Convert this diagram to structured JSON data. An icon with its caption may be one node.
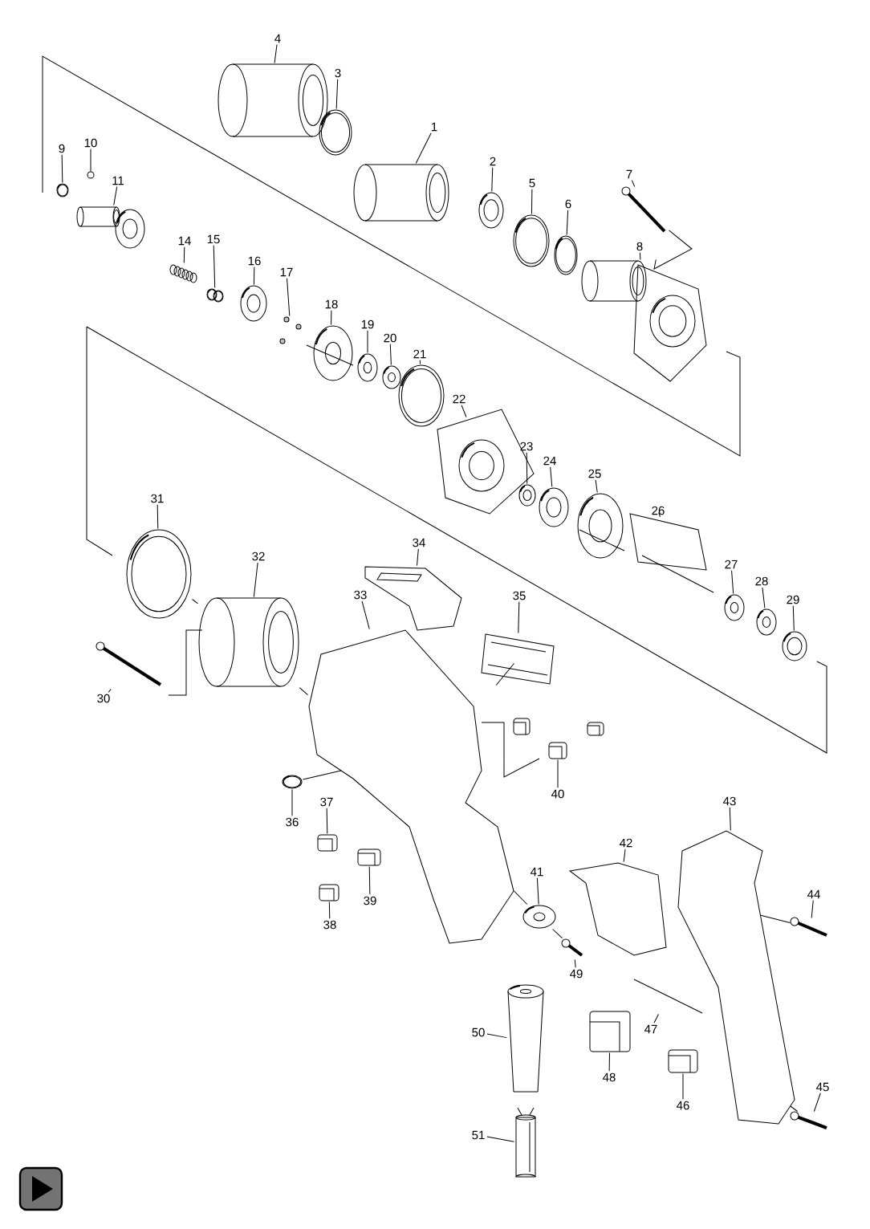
{
  "diagram": {
    "nodes": [
      {
        "text": [
          "4"
        ]
      },
      {
        "text": [
          "3"
        ]
      },
      {
        "text": [
          "1"
        ]
      },
      {
        "text": [
          "10"
        ]
      },
      {
        "text": [
          "9"
        ]
      },
      {
        "text": [
          "2"
        ]
      },
      {
        "text": [
          "7"
        ]
      },
      {
        "text": [
          "11"
        ]
      },
      {
        "text": [
          "5"
        ]
      },
      {
        "text": [
          "6"
        ]
      },
      {
        "text": [
          "15"
        ]
      },
      {
        "text": [
          "14"
        ]
      },
      {
        "text": [
          "8"
        ]
      },
      {
        "text": [
          "16"
        ]
      },
      {
        "text": [
          "17"
        ]
      },
      {
        "text": [
          "18"
        ]
      },
      {
        "text": [
          "19"
        ]
      },
      {
        "text": [
          "20"
        ]
      },
      {
        "text": [
          "21"
        ]
      },
      {
        "text": [
          "22"
        ]
      },
      {
        "text": [
          "23"
        ]
      },
      {
        "text": [
          "24"
        ]
      },
      {
        "text": [
          "25"
        ]
      },
      {
        "text": [
          "31"
        ]
      },
      {
        "text": [
          "26"
        ]
      },
      {
        "text": [
          "34"
        ]
      },
      {
        "text": [
          "32"
        ]
      },
      {
        "text": [
          "27"
        ]
      },
      {
        "text": [
          "28"
        ]
      },
      {
        "text": [
          "33"
        ]
      },
      {
        "text": [
          "35"
        ]
      },
      {
        "text": [
          "29"
        ]
      },
      {
        "text": [
          "30"
        ]
      },
      {
        "text": [
          "40"
        ]
      },
      {
        "text": [
          "43"
        ]
      },
      {
        "text": [
          "37"
        ]
      },
      {
        "text": [
          "36"
        ]
      },
      {
        "text": [
          "42"
        ]
      },
      {
        "text": [
          "41"
        ]
      },
      {
        "text": [
          "44"
        ]
      },
      {
        "text": [
          "39"
        ]
      },
      {
        "text": [
          "38"
        ]
      },
      {
        "text": [
          "49"
        ]
      },
      {
        "text": [
          "47"
        ]
      },
      {
        "text": [
          "50"
        ]
      },
      {
        "text": [
          "48"
        ]
      },
      {
        "text": [
          "45"
        ]
      },
      {
        "text": [
          "46"
        ]
      },
      {
        "text": [
          "51"
        ]
      },
      {
        "text": [],
        "shape": "picture"
      },
      {
        "text": [],
        "shape": "picture"
      },
      {
        "text": [],
        "shape": "picture"
      },
      {
        "text": [],
        "shape": "circle"
      },
      {
        "text": [],
        "shape": "picture"
      },
      {
        "text": [],
        "shape": "picture"
      },
      {
        "text": [],
        "shape": "picture"
      },
      {
        "text": [],
        "shape": "picture"
      },
      {
        "text": [],
        "shape": "picture"
      },
      {
        "text": [],
        "shape": "picture"
      },
      {
        "text": [],
        "shape": "picture"
      },
      {
        "text": [],
        "shape": "picture"
      },
      {
        "text": [],
        "shape": "picture"
      },
      {
        "text": [],
        "shape": "picture"
      },
      {
        "text": [],
        "shape": "picture"
      },
      {
        "text": [],
        "shape": "picture"
      },
      {
        "text": [],
        "shape": "picture"
      },
      {
        "text": [],
        "shape": "picture"
      },
      {
        "text": [],
        "shape": "picture"
      },
      {
        "text": [],
        "shape": "picture"
      },
      {
        "text": [],
        "shape": "picture"
      },
      {
        "text": [],
        "shape": "picture"
      },
      {
        "text": [],
        "shape": "picture"
      },
      {
        "text": [],
        "shape": "picture"
      },
      {
        "text": [],
        "shape": "picture"
      },
      {
        "text": [],
        "shape": "picture"
      },
      {
        "text": [],
        "shape": "picture"
      },
      {
        "text": [],
        "shape": "picture"
      },
      {
        "text": [],
        "shape": "picture"
      },
      {
        "text": [],
        "shape": "picture"
      },
      {
        "text": [],
        "shape": "picture"
      },
      {
        "text": [],
        "shape": "picture"
      },
      {
        "text": [],
        "shape": "picture"
      },
      {
        "text": [],
        "shape": "picture"
      },
      {
        "text": [],
        "shape": "picture"
      },
      {
        "text": [],
        "shape": "picture"
      },
      {
        "text": [],
        "shape": "picture"
      },
      {
        "text": [],
        "shape": "picture"
      },
      {
        "text": [],
        "shape": "picture"
      },
      {
        "text": [],
        "shape": "picture"
      },
      {
        "text": [],
        "shape": "picture"
      },
      {
        "text": [],
        "shape": "picture"
      },
      {
        "text": [],
        "shape": "picture"
      },
      {
        "text": [],
        "shape": "picture"
      },
      {
        "text": [],
        "shape": "picture"
      },
      {
        "text": [],
        "shape": "picture"
      },
      {
        "text": [],
        "shape": "picture"
      },
      {
        "text": [],
        "shape": "picture"
      },
      {
        "text": [],
        "shape": "picture"
      }
    ],
    "edges": [
      {
        "from": 0,
        "to": 49,
        "arrow": "none"
      },
      {
        "from": 1,
        "to": 50,
        "arrow": "none"
      },
      {
        "from": 2,
        "to": 51,
        "arrow": "none"
      },
      {
        "from": 3,
        "to": 52,
        "arrow": "none"
      },
      {
        "from": 4,
        "to": 53,
        "arrow": "none"
      },
      {
        "from": 5,
        "to": 54,
        "arrow": "none"
      },
      {
        "from": 6,
        "to": 55,
        "arrow": "none"
      },
      {
        "from": 7,
        "to": 56,
        "arrow": "none"
      },
      {
        "from": 8,
        "to": 57,
        "arrow": "none"
      },
      {
        "from": 9,
        "to": 58,
        "arrow": "none"
      },
      {
        "from": 10,
        "to": 59,
        "arrow": "none"
      },
      {
        "from": 11,
        "to": 60,
        "arrow": "none"
      },
      {
        "from": 12,
        "to": 61,
        "arrow": "none"
      },
      {
        "from": 13,
        "to": 62,
        "arrow": "none"
      },
      {
        "from": 14,
        "to": 63,
        "arrow": "none"
      },
      {
        "from": 15,
        "to": 64,
        "arrow": "none"
      },
      {
        "from": 16,
        "to": 65,
        "arrow": "none"
      },
      {
        "from": 17,
        "to": 66,
        "arrow": "none"
      },
      {
        "from": 18,
        "to": 67,
        "arrow": "none"
      },
      {
        "from": 19,
        "to": 68,
        "arrow": "none"
      },
      {
        "from": 20,
        "to": 69,
        "arrow": "none"
      },
      {
        "from": 21,
        "to": 70,
        "arrow": "none"
      },
      {
        "from": 22,
        "to": 71,
        "arrow": "none"
      },
      {
        "from": 23,
        "to": 72,
        "arrow": "none"
      },
      {
        "from": 24,
        "to": 73,
        "arrow": "none"
      },
      {
        "from": 25,
        "to": 74,
        "arrow": "none"
      },
      {
        "from": 26,
        "to": 75,
        "arrow": "none"
      },
      {
        "from": 27,
        "to": 76,
        "arrow": "none"
      },
      {
        "from": 28,
        "to": 77,
        "arrow": "none"
      },
      {
        "from": 29,
        "to": 78,
        "arrow": "none"
      },
      {
        "from": 30,
        "to": 79,
        "arrow": "none"
      },
      {
        "from": 31,
        "to": 80,
        "arrow": "none"
      },
      {
        "from": 32,
        "to": 81,
        "arrow": "none"
      },
      {
        "from": 33,
        "to": 82,
        "arrow": "none"
      },
      {
        "from": 34,
        "to": 83,
        "arrow": "none"
      },
      {
        "from": 35,
        "to": 84,
        "arrow": "none"
      },
      {
        "from": 36,
        "to": 85,
        "arrow": "none"
      },
      {
        "from": 37,
        "to": 86,
        "arrow": "none"
      },
      {
        "from": 38,
        "to": 87,
        "arrow": "none"
      },
      {
        "from": 39,
        "to": 88,
        "arrow": "none"
      },
      {
        "from": 40,
        "to": 89,
        "arrow": "none"
      },
      {
        "from": 41,
        "to": 90,
        "arrow": "none"
      },
      {
        "from": 42,
        "to": 91,
        "arrow": "none"
      },
      {
        "from": 43,
        "to": 92,
        "arrow": "none"
      },
      {
        "from": 44,
        "to": 93,
        "arrow": "none"
      },
      {
        "from": 45,
        "to": 94,
        "arrow": "none"
      },
      {
        "from": 46,
        "to": 95,
        "arrow": "none"
      },
      {
        "from": 47,
        "to": 96,
        "arrow": "none"
      },
      {
        "from": 48,
        "to": 97,
        "arrow": "none"
      },
      {
        "from": 72,
        "to": 75,
        "arrow": "none"
      },
      {
        "from": 75,
        "to": 78,
        "arrow": "none"
      },
      {
        "from": 79,
        "to": 78,
        "arrow": "none"
      },
      {
        "from": 85,
        "to": 78,
        "arrow": "none"
      },
      {
        "from": 78,
        "to": 87,
        "arrow": "none"
      },
      {
        "from": 87,
        "to": 91,
        "arrow": "none"
      },
      {
        "from": 83,
        "to": 88,
        "arrow": "none"
      },
      {
        "from": 83,
        "to": 95,
        "arrow": "none"
      },
      {
        "from": 55,
        "to": 61,
        "arrow": "none"
      }
    ]
  }
}
